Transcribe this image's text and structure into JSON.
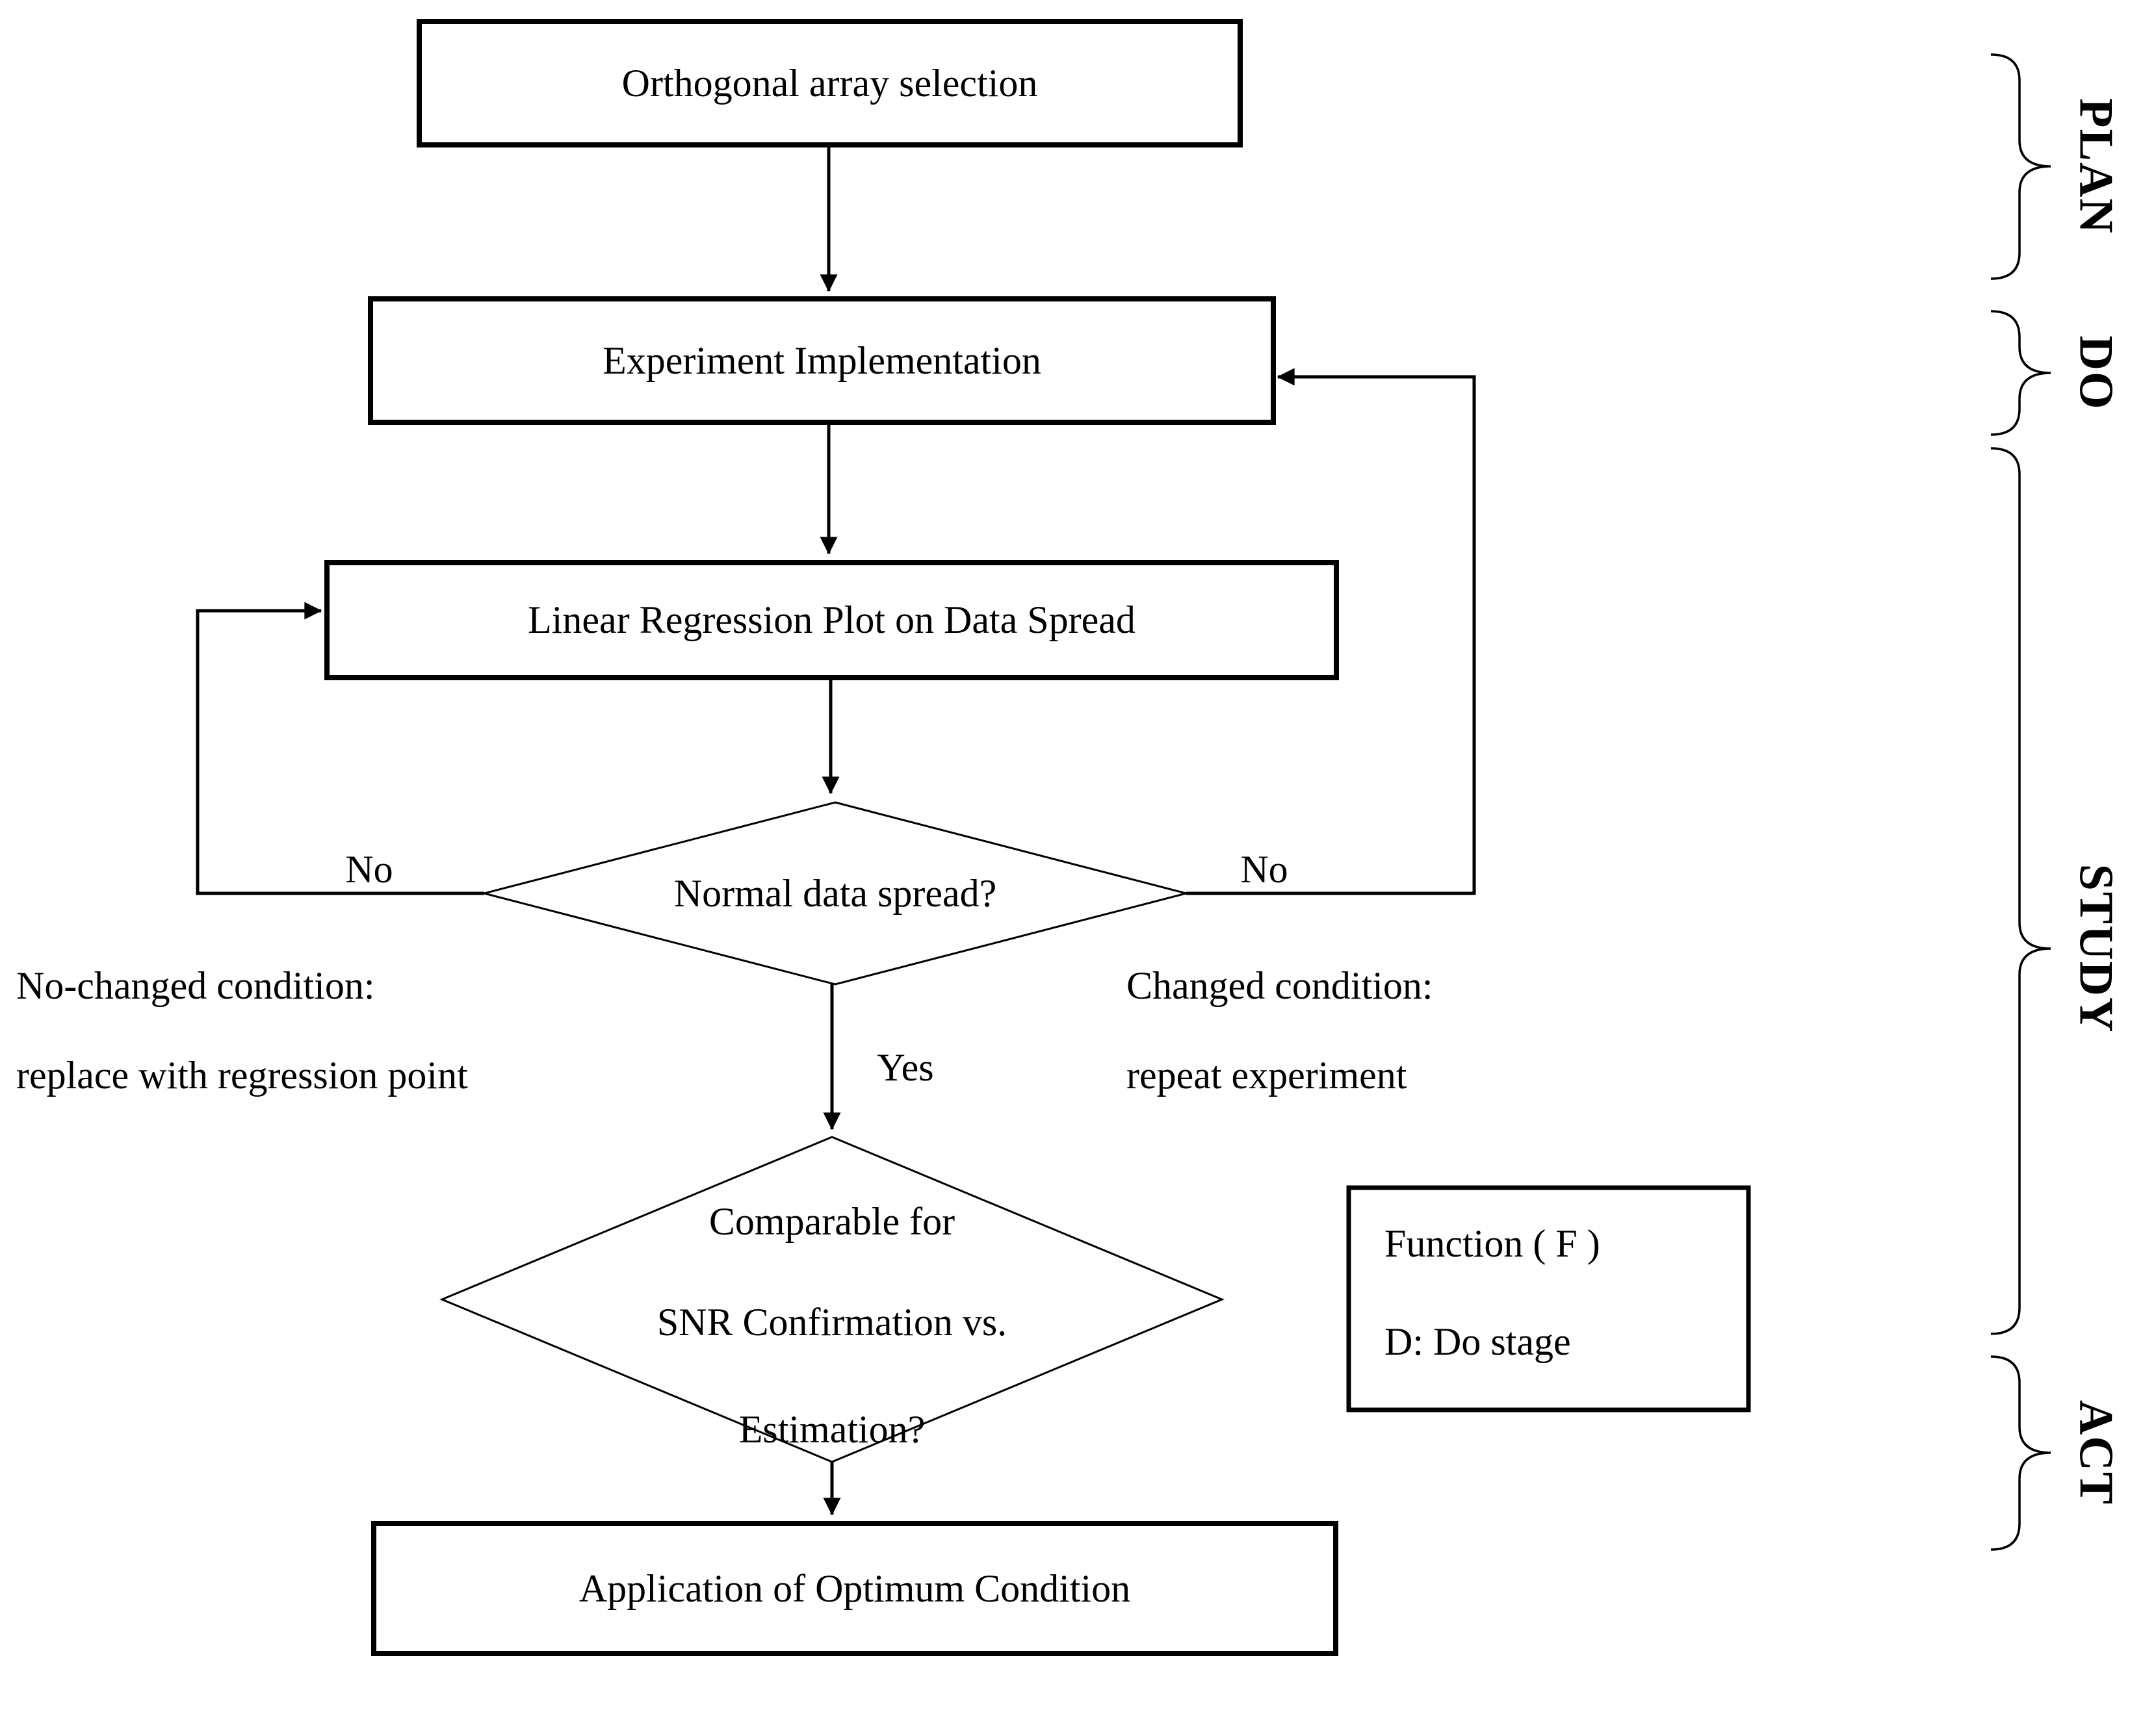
{
  "diagram": {
    "nodes": {
      "orthogonal": {
        "label": "Orthogonal array selection"
      },
      "experiment": {
        "label": "Experiment Implementation"
      },
      "regression": {
        "label": "Linear Regression Plot on Data Spread"
      },
      "decision_spread": {
        "label": "Normal data spread?"
      },
      "decision_snr": {
        "lines": [
          "Comparable for",
          "SNR Confirmation vs.",
          "Estimation?"
        ]
      },
      "application": {
        "label": "Application of Optimum Condition"
      }
    },
    "edge_labels": {
      "no_left": "No",
      "no_right": "No",
      "yes": "Yes"
    },
    "annotations": {
      "left": {
        "line1": "No-changed condition:",
        "line2": "replace with regression point"
      },
      "right": {
        "line1": "Changed condition:",
        "line2": "repeat experiment"
      }
    },
    "legend": {
      "line1": "Function ( F )",
      "line2": "D: Do stage"
    },
    "stages": [
      {
        "label": "PLAN"
      },
      {
        "label": "DO"
      },
      {
        "label": "STUDY"
      },
      {
        "label": "ACT"
      }
    ],
    "colors": {
      "ink": "#000000",
      "background": "#ffffff"
    }
  }
}
